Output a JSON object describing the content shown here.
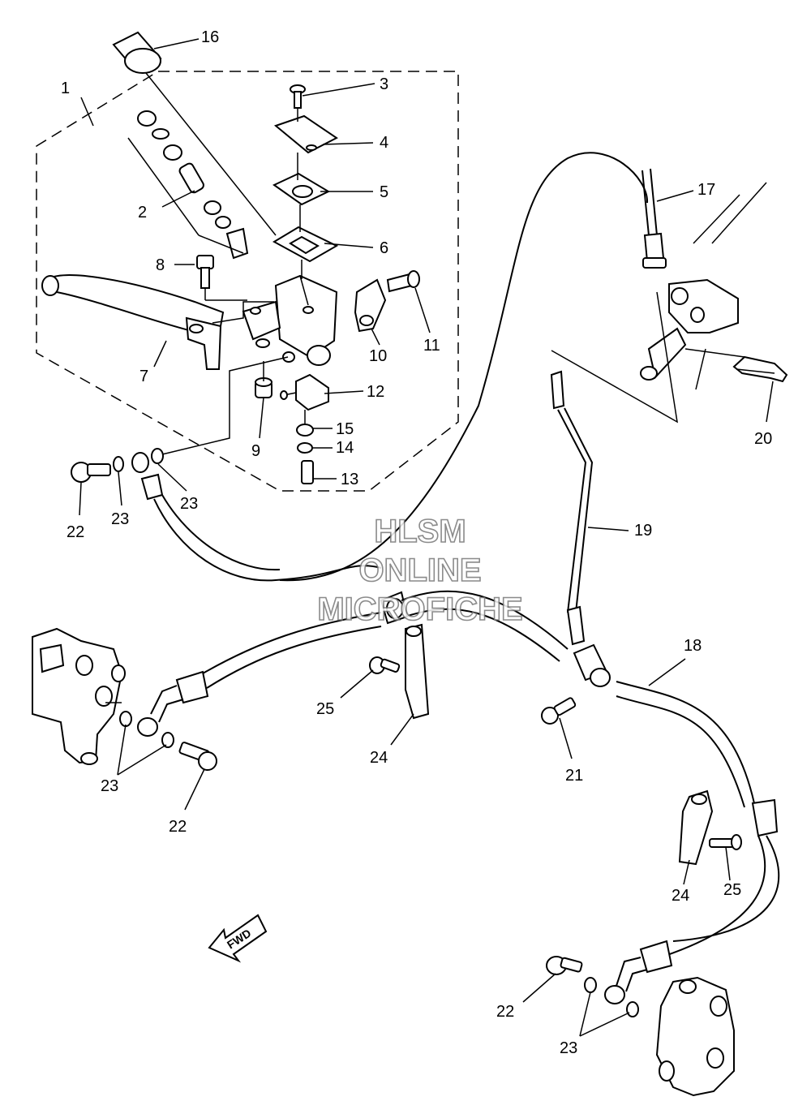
{
  "watermark": {
    "line1": "HLSM",
    "line2": "ONLINE",
    "line3": "MICROFICHE"
  },
  "fwd_label": "FWD",
  "callouts": [
    {
      "id": "c1",
      "label": "1"
    },
    {
      "id": "c2",
      "label": "2"
    },
    {
      "id": "c3",
      "label": "3"
    },
    {
      "id": "c4",
      "label": "4"
    },
    {
      "id": "c5",
      "label": "5"
    },
    {
      "id": "c6",
      "label": "6"
    },
    {
      "id": "c7",
      "label": "7"
    },
    {
      "id": "c8",
      "label": "8"
    },
    {
      "id": "c9",
      "label": "9"
    },
    {
      "id": "c10",
      "label": "10"
    },
    {
      "id": "c11",
      "label": "11"
    },
    {
      "id": "c12",
      "label": "12"
    },
    {
      "id": "c13",
      "label": "13"
    },
    {
      "id": "c14",
      "label": "14"
    },
    {
      "id": "c15",
      "label": "15"
    },
    {
      "id": "c16",
      "label": "16"
    },
    {
      "id": "c17",
      "label": "17"
    },
    {
      "id": "c18",
      "label": "18"
    },
    {
      "id": "c19",
      "label": "19"
    },
    {
      "id": "c20",
      "label": "20"
    },
    {
      "id": "c21",
      "label": "21"
    },
    {
      "id": "c22a",
      "label": "22"
    },
    {
      "id": "c22b",
      "label": "22"
    },
    {
      "id": "c22c",
      "label": "22"
    },
    {
      "id": "c23a",
      "label": "23"
    },
    {
      "id": "c23b",
      "label": "23"
    },
    {
      "id": "c23c",
      "label": "23"
    },
    {
      "id": "c23d",
      "label": "23"
    },
    {
      "id": "c24a",
      "label": "24"
    },
    {
      "id": "c24b",
      "label": "24"
    },
    {
      "id": "c25a",
      "label": "25"
    },
    {
      "id": "c25b",
      "label": "25"
    }
  ]
}
